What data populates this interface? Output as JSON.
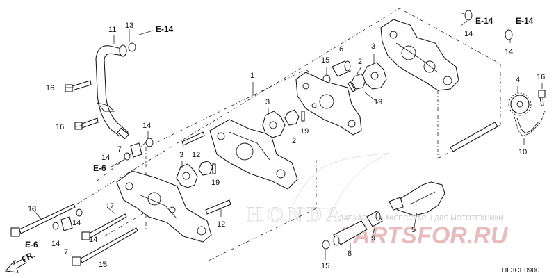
{
  "callouts": [
    "1",
    "2",
    "2",
    "3",
    "3",
    "3",
    "4",
    "5",
    "6",
    "7",
    "7",
    "8",
    "9",
    "10",
    "11",
    "12",
    "12",
    "13",
    "14",
    "14",
    "14",
    "14",
    "14",
    "14",
    "14",
    "15",
    "15",
    "16",
    "16",
    "16",
    "17",
    "18",
    "18",
    "19",
    "19",
    "19"
  ],
  "refs": [
    "E-14",
    "E-14",
    "E-14",
    "E-6",
    "E-6"
  ],
  "front_label": "FR.",
  "diagram_code": "HL3CE0900",
  "watermark": {
    "tagline": "ЗАПЧАСТИ И АКСЕССУАРЫ ДЛЯ МОТОТЕХНИКИ",
    "logo": "PARTSFOR.RU",
    "brand": "HONDA"
  }
}
